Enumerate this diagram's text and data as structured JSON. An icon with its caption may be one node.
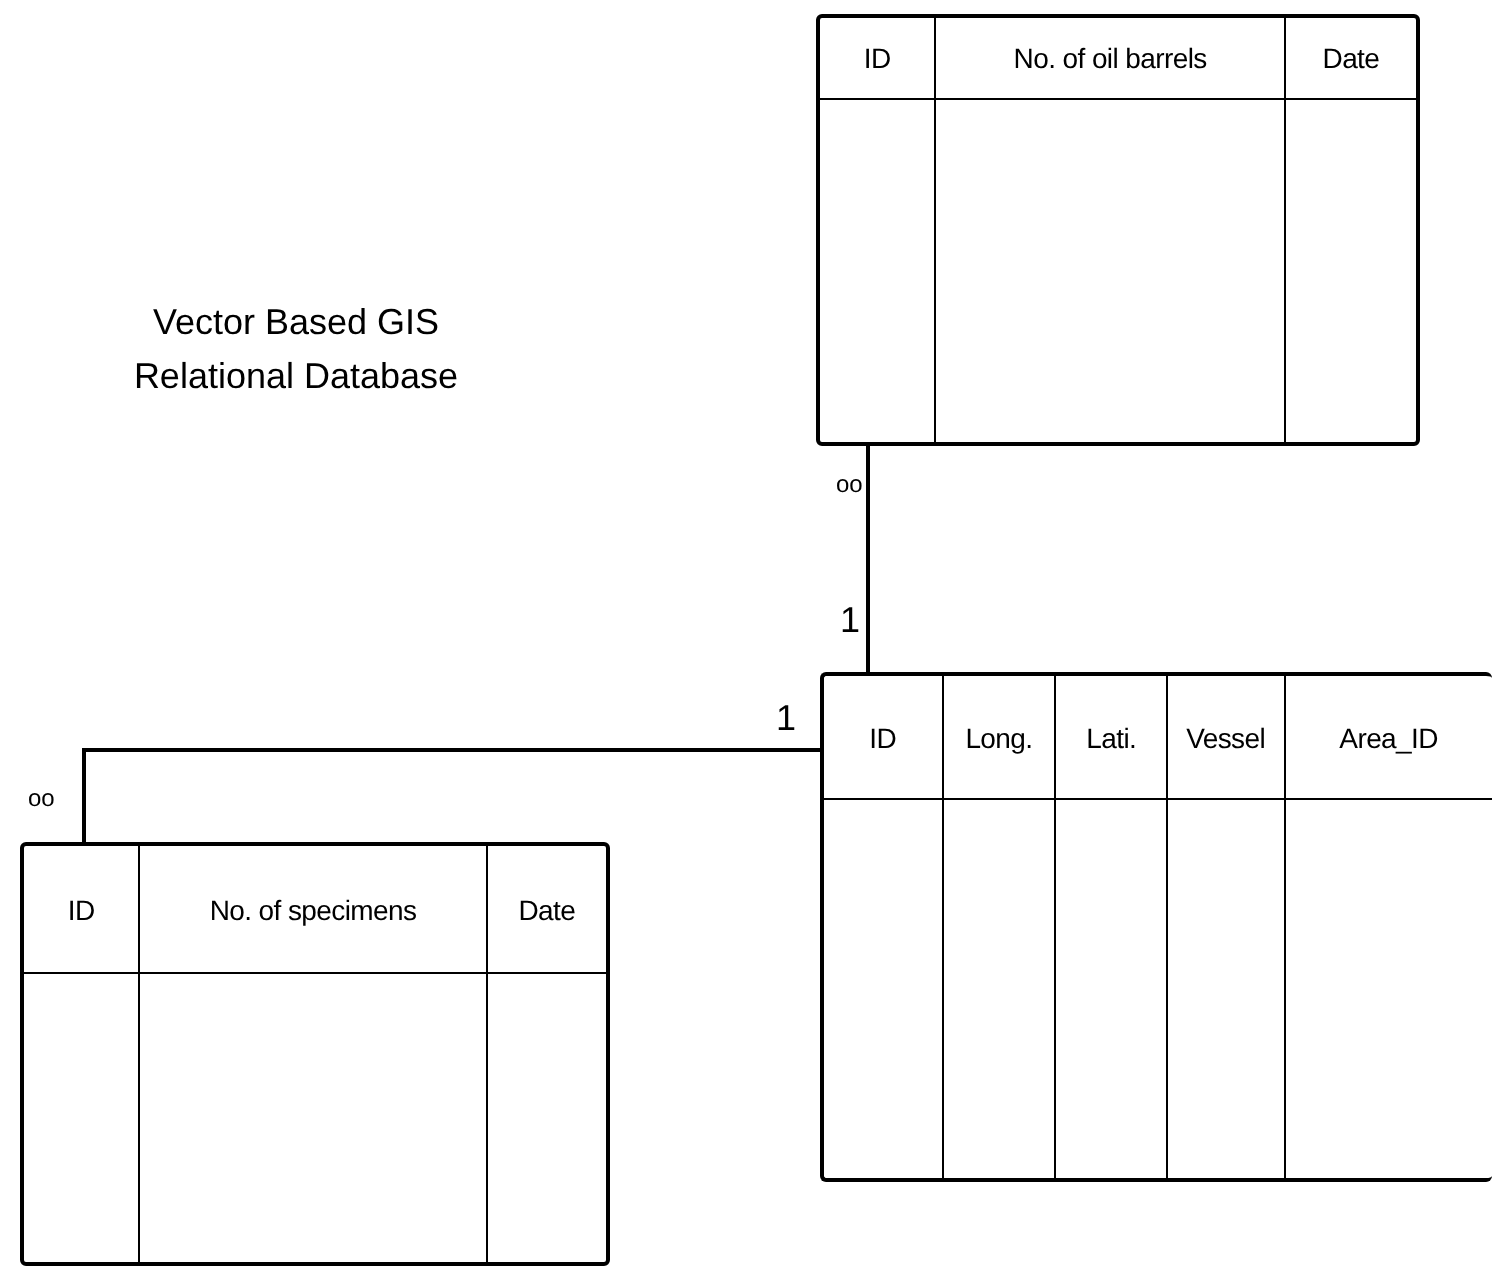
{
  "diagram": {
    "title": "Vector Based GIS Relational Database",
    "nodes": [
      {
        "text": [
          "ID",
          "No. of oil barrels",
          "Date"
        ]
      },
      {
        "text": [
          "ID",
          "Long.",
          "Lati.",
          "Vessel",
          "Area_ID"
        ]
      },
      {
        "text": [
          "ID",
          "No. of specimens",
          "Date"
        ]
      }
    ],
    "edges": [
      {
        "from": 0,
        "to": 1,
        "arrow": "none"
      },
      {
        "from": 1,
        "to": 2,
        "arrow": "none"
      }
    ],
    "labels": [
      "oo",
      "1",
      "1",
      "oo"
    ]
  }
}
